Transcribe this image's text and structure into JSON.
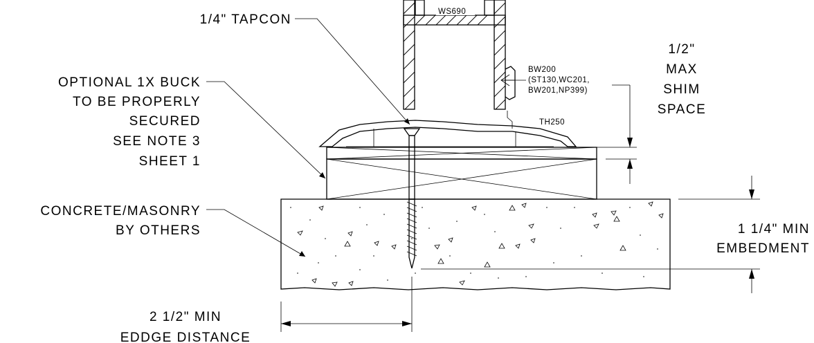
{
  "labels": {
    "tapcon": "1/4\" TAPCON",
    "part_frame": "WS690",
    "buck": [
      "OPTIONAL 1X BUCK",
      "TO BE PROPERLY",
      "SECURED",
      "SEE NOTE 3",
      "SHEET 1"
    ],
    "concrete": [
      "CONCRETE/MASONRY",
      "BY OTHERS"
    ],
    "weatherstrip": [
      "BW200",
      "(ST130,WC201,",
      "BW201,NP399)"
    ],
    "threshold": "TH250",
    "shim": [
      "1/2\"",
      "MAX",
      "SHIM",
      "SPACE"
    ],
    "embedment": [
      "1 1/4\" MIN",
      "EMBEDMENT"
    ],
    "edge": [
      "2 1/2\" MIN",
      "EDDGE DISTANCE"
    ]
  }
}
